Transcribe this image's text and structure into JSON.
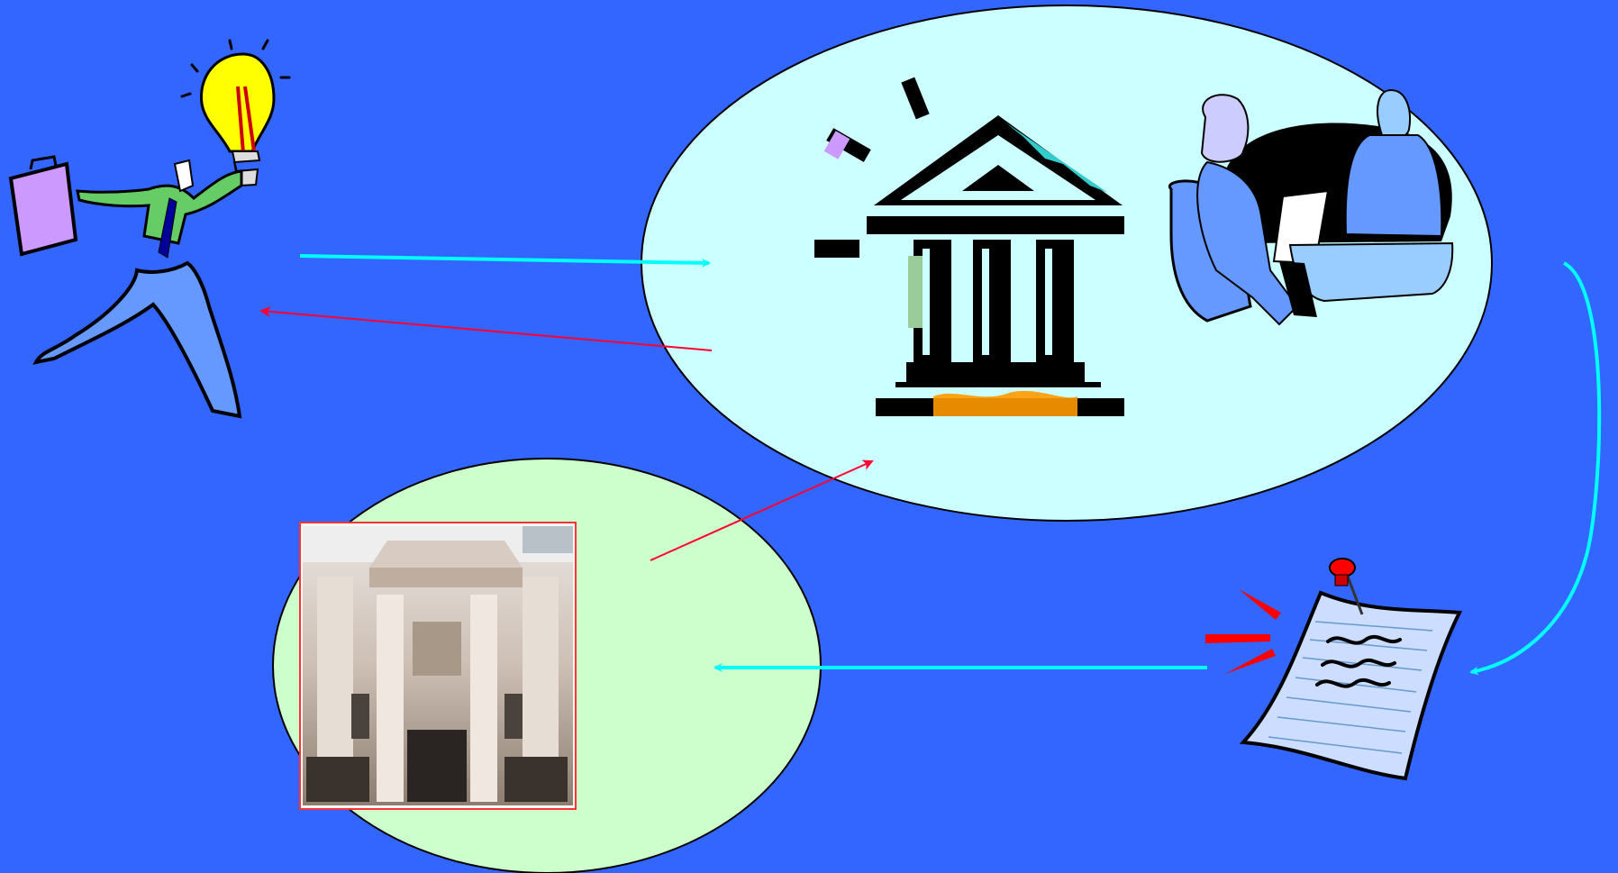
{
  "diagram": {
    "background_color": "#3366ff",
    "nodes": [
      {
        "id": "entrepreneur",
        "icon": "businessman-with-lightbulb-icon"
      },
      {
        "id": "bank-office",
        "icon": "bank-building-icon",
        "secondary_icon": "meeting-people-icon",
        "fill": "#ccffff"
      },
      {
        "id": "document",
        "icon": "pinned-document-icon"
      },
      {
        "id": "central-bank",
        "icon": "central-bank-photo-icon",
        "fill": "#ccffcc"
      }
    ],
    "edges": [
      {
        "from": "entrepreneur",
        "to": "bank-office",
        "color": "#00ffff"
      },
      {
        "from": "bank-office",
        "to": "entrepreneur",
        "color": "#ff0033"
      },
      {
        "from": "bank-office",
        "to": "document",
        "color": "#00ffff"
      },
      {
        "from": "document",
        "to": "central-bank",
        "color": "#00ffff"
      },
      {
        "from": "central-bank",
        "to": "bank-office",
        "color": "#ff0033"
      }
    ]
  }
}
